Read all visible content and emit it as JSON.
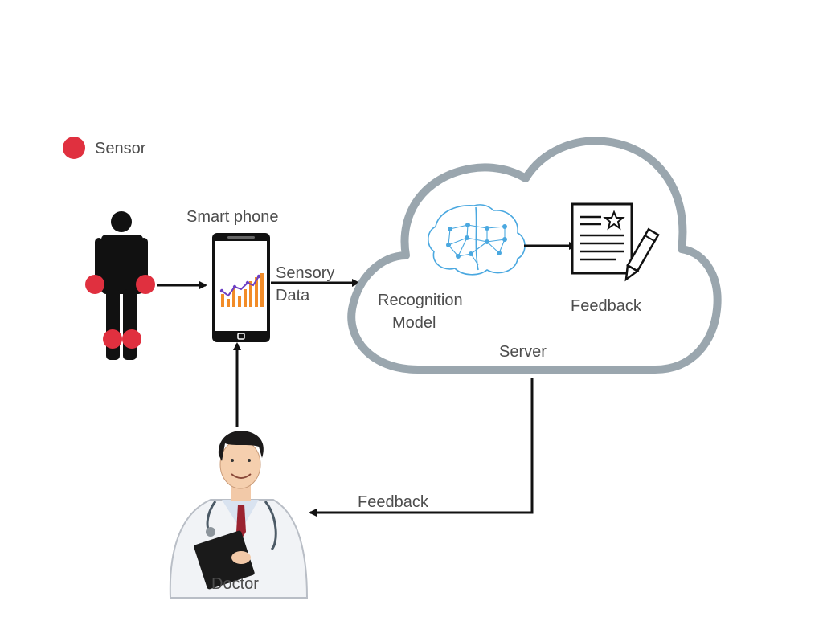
{
  "legend": {
    "sensor_label": "Sensor",
    "sensor_color": "#e0303f"
  },
  "labels": {
    "smart_phone": "Smart phone",
    "sensory_line1": "Sensory",
    "sensory_line2": "Data",
    "recognition_line1": "Recognition",
    "recognition_line2": "Model",
    "feedback_in_cloud": "Feedback",
    "server": "Server",
    "feedback_return": "Feedback",
    "doctor": "Doctor"
  },
  "colors": {
    "cloud_stroke": "#9aa6ae",
    "arrow": "#111111",
    "text": "#4d4d4d",
    "brain": "#4aa8e0",
    "chart_bars": "#f28c28",
    "chart_line": "#6c3fc4"
  },
  "icons": [
    "person-icon",
    "smartphone-icon",
    "chart-icon",
    "cloud-icon",
    "brain-network-icon",
    "document-pencil-icon",
    "doctor-icon"
  ]
}
